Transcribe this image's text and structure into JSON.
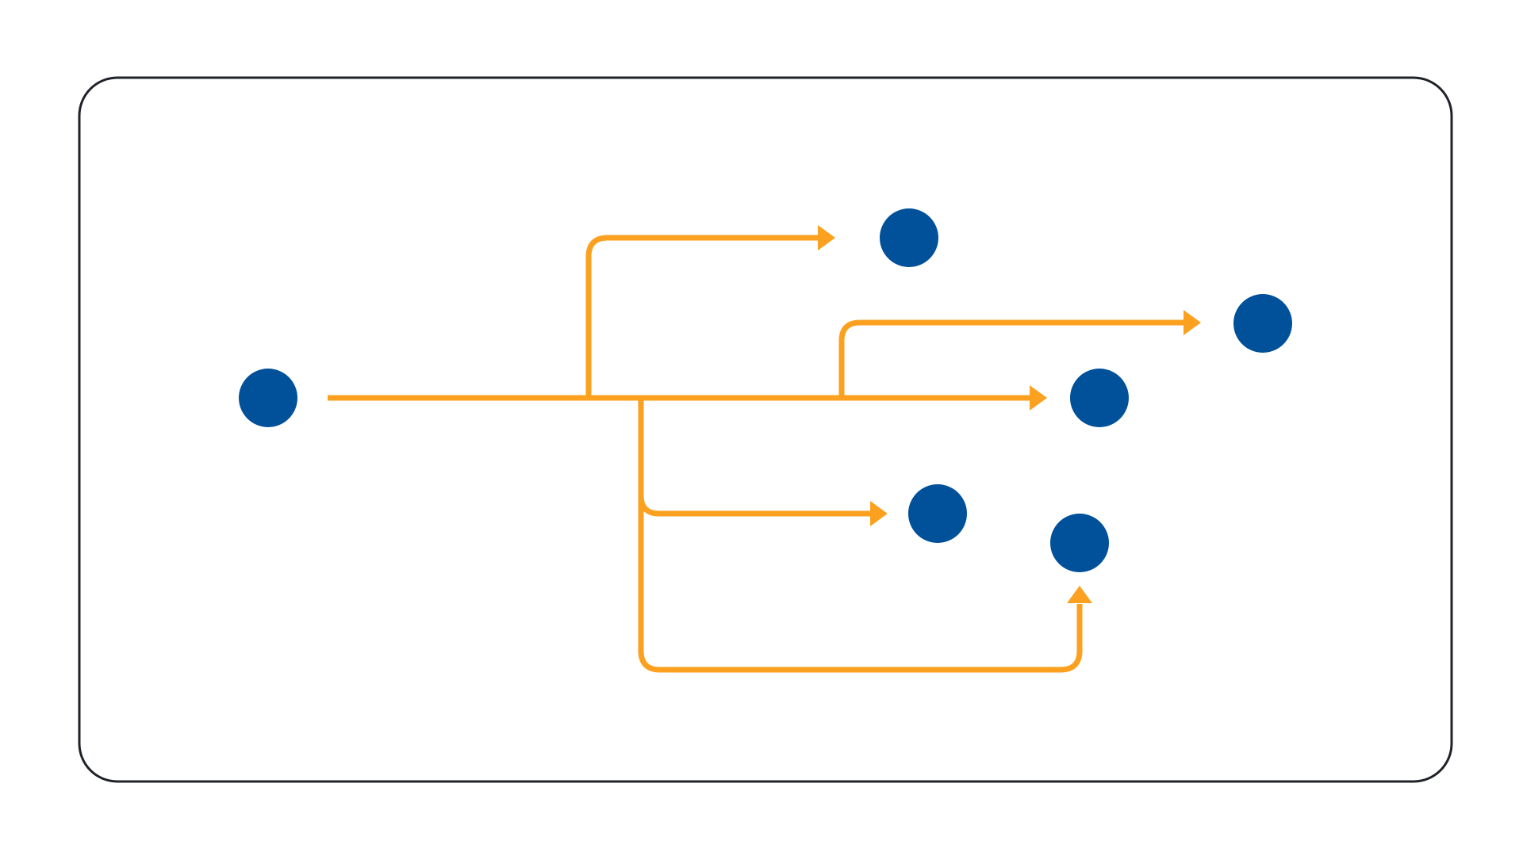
{
  "colors": {
    "background": "#ffffff",
    "frame_stroke": "#1f2329",
    "node_fill": "#00519a",
    "edge_stroke": "#fba11f"
  },
  "diagram": {
    "type": "branching-flow",
    "nodes": [
      {
        "id": "source",
        "label": "",
        "role": "source"
      },
      {
        "id": "target-top",
        "label": "",
        "role": "target"
      },
      {
        "id": "target-upper-right",
        "label": "",
        "role": "target"
      },
      {
        "id": "target-middle-right",
        "label": "",
        "role": "target"
      },
      {
        "id": "target-lower-middle",
        "label": "",
        "role": "target"
      },
      {
        "id": "target-bottom",
        "label": "",
        "role": "target"
      }
    ],
    "edges": [
      {
        "from": "source",
        "to": "target-top",
        "label": ""
      },
      {
        "from": "source",
        "to": "target-upper-right",
        "label": ""
      },
      {
        "from": "source",
        "to": "target-middle-right",
        "label": ""
      },
      {
        "from": "source",
        "to": "target-lower-middle",
        "label": ""
      },
      {
        "from": "source",
        "to": "target-bottom",
        "label": ""
      }
    ]
  }
}
